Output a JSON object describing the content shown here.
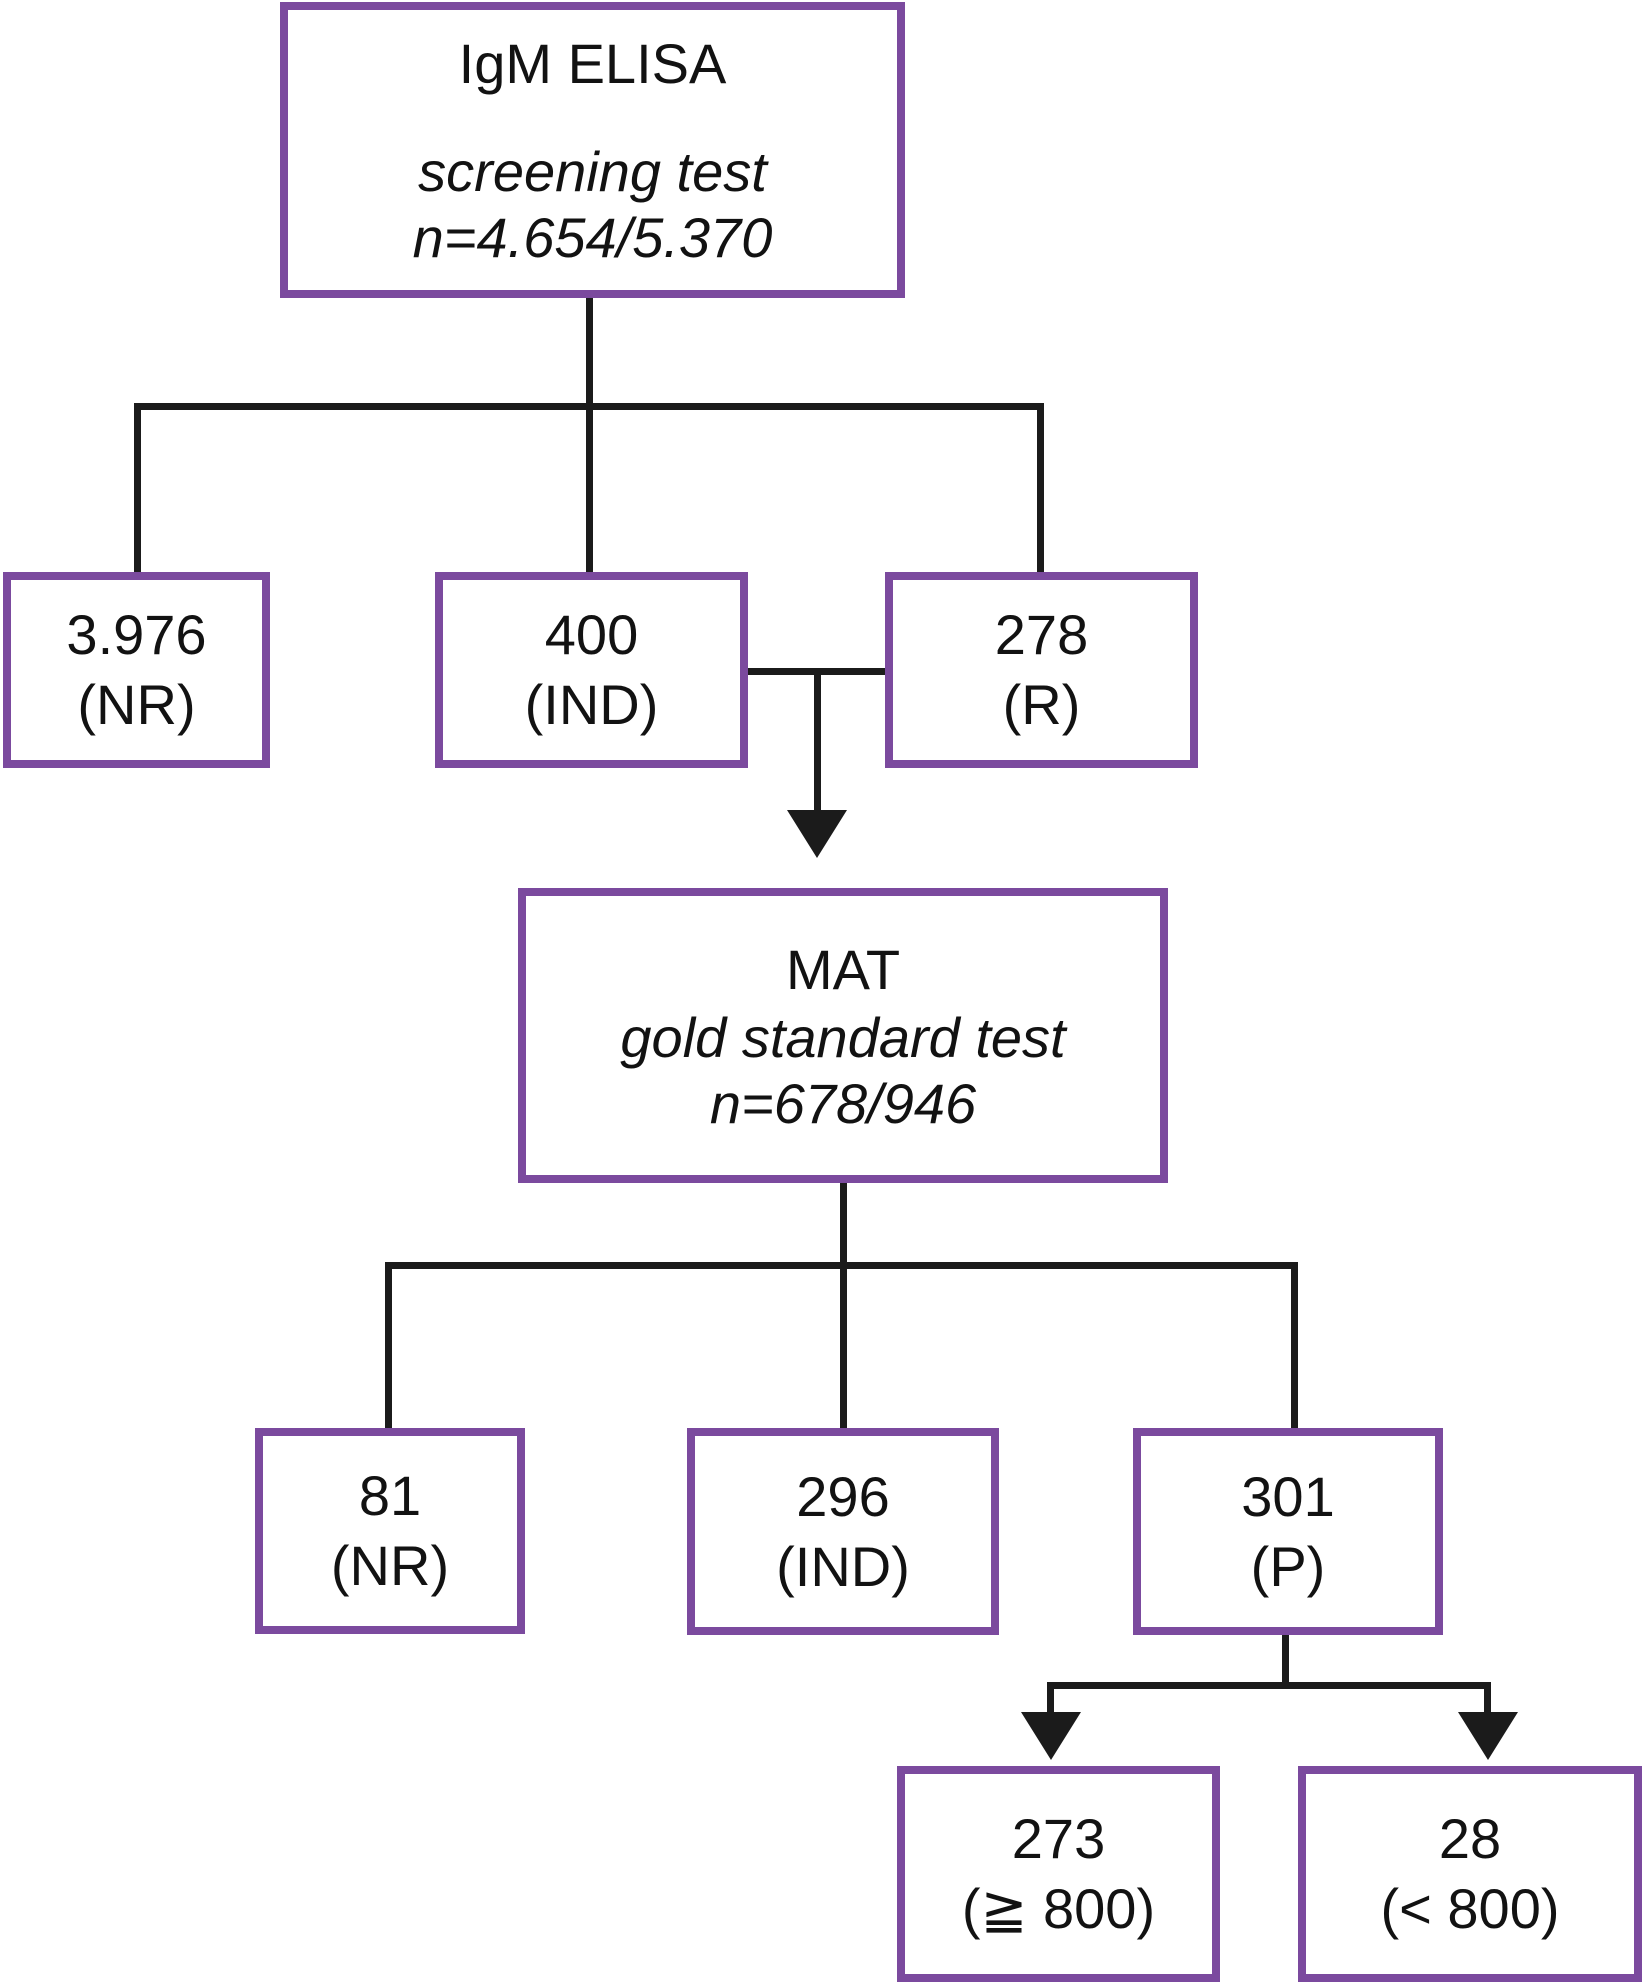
{
  "diagram": {
    "type": "flowchart",
    "colors": {
      "box_border": "#7b4a9e",
      "connector_line": "#1b1b1b",
      "text": "#121212",
      "background": "#ffffff"
    },
    "nodes": {
      "igm_elisa": {
        "title": "IgM ELISA",
        "subtitle1": "screening test",
        "subtitle2": "n=4.654/5.370"
      },
      "elisa_nonreactive": {
        "value": "3.976",
        "label": "(NR)"
      },
      "elisa_indeterminate": {
        "value": "400",
        "label": "(IND)"
      },
      "elisa_reactive": {
        "value": "278",
        "label": "(R)"
      },
      "mat": {
        "title": "MAT",
        "subtitle1": "gold standard test",
        "subtitle2": "n=678/946"
      },
      "mat_nonreactive": {
        "value": "81",
        "label": "(NR)"
      },
      "mat_indeterminate": {
        "value": "296",
        "label": "(IND)"
      },
      "mat_positive": {
        "value": "301",
        "label": "(P)"
      },
      "titer_high": {
        "value": "273",
        "label": "(≧ 800)"
      },
      "titer_low": {
        "value": "28",
        "label": "(< 800)"
      }
    }
  }
}
